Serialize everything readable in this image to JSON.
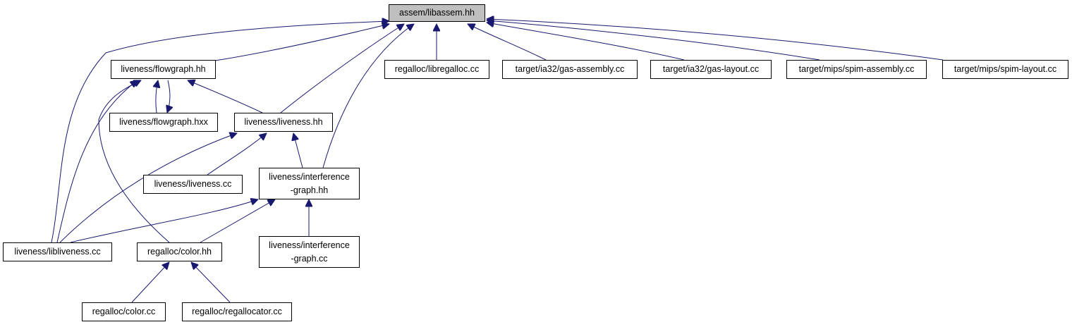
{
  "colors": {
    "edge": "#191970",
    "root_fill": "#bfbfbf",
    "node_fill": "#ffffff",
    "border": "#000000"
  },
  "nodes": {
    "libassem": {
      "label": "assem/libassem.hh"
    },
    "flowgraph_hh": {
      "label": "liveness/flowgraph.hh"
    },
    "libregalloc": {
      "label": "regalloc/libregalloc.cc"
    },
    "gas_assembly": {
      "label": "target/ia32/gas-assembly.cc"
    },
    "gas_layout": {
      "label": "target/ia32/gas-layout.cc"
    },
    "spim_assembly": {
      "label": "target/mips/spim-assembly.cc"
    },
    "spim_layout": {
      "label": "target/mips/spim-layout.cc"
    },
    "flowgraph_hxx": {
      "label": "liveness/flowgraph.hxx"
    },
    "liveness_hh": {
      "label": "liveness/liveness.hh"
    },
    "liveness_cc": {
      "label": "liveness/liveness.cc"
    },
    "interference_hh": {
      "label": "liveness/interference\n-graph.hh"
    },
    "libliveness": {
      "label": "liveness/libliveness.cc"
    },
    "color_hh": {
      "label": "regalloc/color.hh"
    },
    "interference_cc": {
      "label": "liveness/interference\n-graph.cc"
    },
    "color_cc": {
      "label": "regalloc/color.cc"
    },
    "regallocator_cc": {
      "label": "regalloc/regallocator.cc"
    }
  },
  "edges": [
    {
      "from": "flowgraph_hh",
      "to": "libassem"
    },
    {
      "from": "libregalloc",
      "to": "libassem"
    },
    {
      "from": "gas_assembly",
      "to": "libassem"
    },
    {
      "from": "gas_layout",
      "to": "libassem"
    },
    {
      "from": "spim_assembly",
      "to": "libassem"
    },
    {
      "from": "spim_layout",
      "to": "libassem"
    },
    {
      "from": "liveness_hh",
      "to": "libassem"
    },
    {
      "from": "interference_hh",
      "to": "libassem"
    },
    {
      "from": "libliveness",
      "to": "libassem"
    },
    {
      "from": "flowgraph_hxx",
      "to": "flowgraph_hh"
    },
    {
      "from": "flowgraph_hh",
      "to": "flowgraph_hxx"
    },
    {
      "from": "liveness_hh",
      "to": "flowgraph_hh"
    },
    {
      "from": "libliveness",
      "to": "flowgraph_hh"
    },
    {
      "from": "color_hh",
      "to": "flowgraph_hh"
    },
    {
      "from": "liveness_cc",
      "to": "liveness_hh"
    },
    {
      "from": "interference_hh",
      "to": "liveness_hh"
    },
    {
      "from": "libliveness",
      "to": "liveness_hh"
    },
    {
      "from": "libliveness",
      "to": "interference_hh"
    },
    {
      "from": "color_hh",
      "to": "interference_hh"
    },
    {
      "from": "interference_cc",
      "to": "interference_hh"
    },
    {
      "from": "color_cc",
      "to": "color_hh"
    },
    {
      "from": "regallocator_cc",
      "to": "color_hh"
    }
  ]
}
